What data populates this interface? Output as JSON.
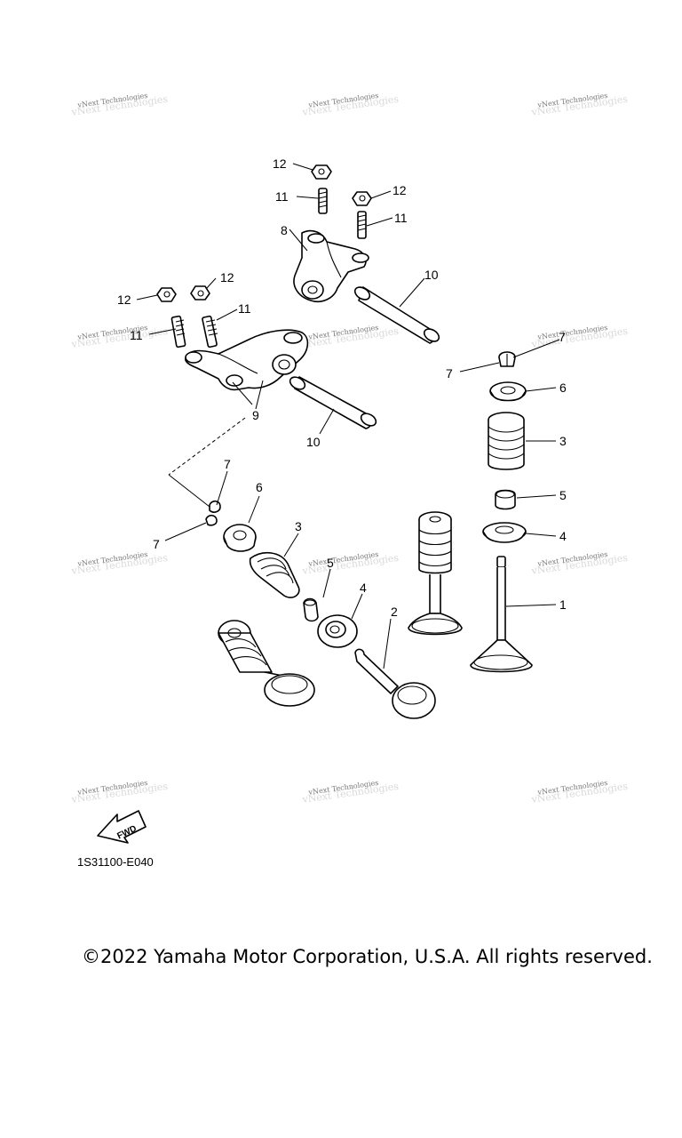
{
  "watermark": "vNext Technologies",
  "callouts": {
    "c1": "1",
    "c2": "2",
    "c3a": "3",
    "c3b": "3",
    "c4a": "4",
    "c4b": "4",
    "c5a": "5",
    "c5b": "5",
    "c6a": "6",
    "c6b": "6",
    "c7a": "7",
    "c7b": "7",
    "c7c": "7",
    "c7d": "7",
    "c8": "8",
    "c9": "9",
    "c10a": "10",
    "c10b": "10",
    "c11a": "11",
    "c11b": "11",
    "c11c": "11",
    "c11d": "11",
    "c12a": "12",
    "c12b": "12",
    "c12c": "12",
    "c12d": "12"
  },
  "fwd_label": "FWD",
  "diagram_code": "1S31100-E040",
  "copyright": "©2022 Yamaha Motor Corporation, U.S.A. All rights reserved."
}
